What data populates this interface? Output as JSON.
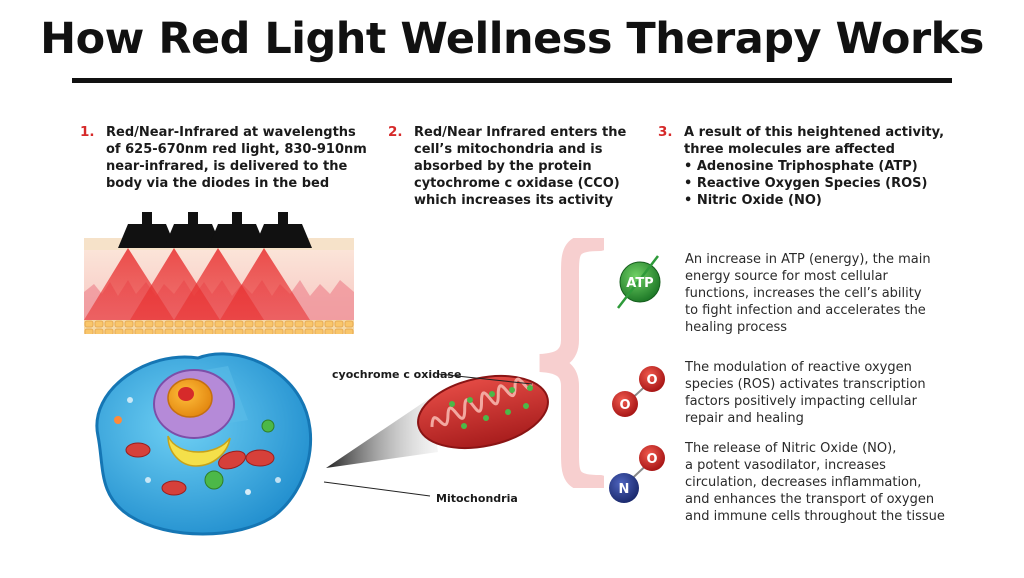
{
  "title": "How Red Light Wellness Therapy Works",
  "steps": [
    {
      "num": "1.",
      "lines": [
        "Red/Near-Infrared at wavelengths",
        "of 625-670nm red light, 830-910nm",
        "near-infrared, is delivered to the",
        "body via the diodes in the bed"
      ]
    },
    {
      "num": "2.",
      "lines": [
        "Red/Near Infrared enters the",
        "cell’s mitochondria and is",
        "absorbed by the protein",
        "cytochrome c oxidase (CCO)",
        "which increases its activity"
      ]
    },
    {
      "num": "3.",
      "lines": [
        "A result of this heightened activity,",
        "three molecules are affected",
        "• Adenosine Triphosphate (ATP)",
        "• Reactive Oxygen Species (ROS)",
        "• Nitric Oxide (NO)"
      ]
    }
  ],
  "effects": [
    {
      "icon": "ATP",
      "lines": [
        "An increase in ATP (energy), the main",
        "energy source for most cellular",
        "functions, increases the cell’s ability",
        "to fight infection and accelerates the",
        "healing process"
      ]
    },
    {
      "icon": "O",
      "lines": [
        "The modulation of reactive oxygen",
        "species (ROS) activates transcription",
        "factors positively impacting cellular",
        "repair and healing"
      ]
    },
    {
      "icon_a": "N",
      "icon_b": "O",
      "lines": [
        "The release of Nitric Oxide (NO),",
        "a potent vasodilator, increases",
        "circulation, decreases inflammation,",
        "and enhances the transport of oxygen",
        "and immune cells throughout the tissue"
      ]
    }
  ],
  "labels": {
    "cco": "cyochrome c oxidase",
    "mitochondria": "Mitochondria"
  },
  "colors": {
    "accent_red": "#d62a2a",
    "atp_green": "#2e9a3a",
    "oxygen_red": "#d42222",
    "nitrogen_blue": "#2a3c8c",
    "cell_blue": "#2aa3dc"
  }
}
